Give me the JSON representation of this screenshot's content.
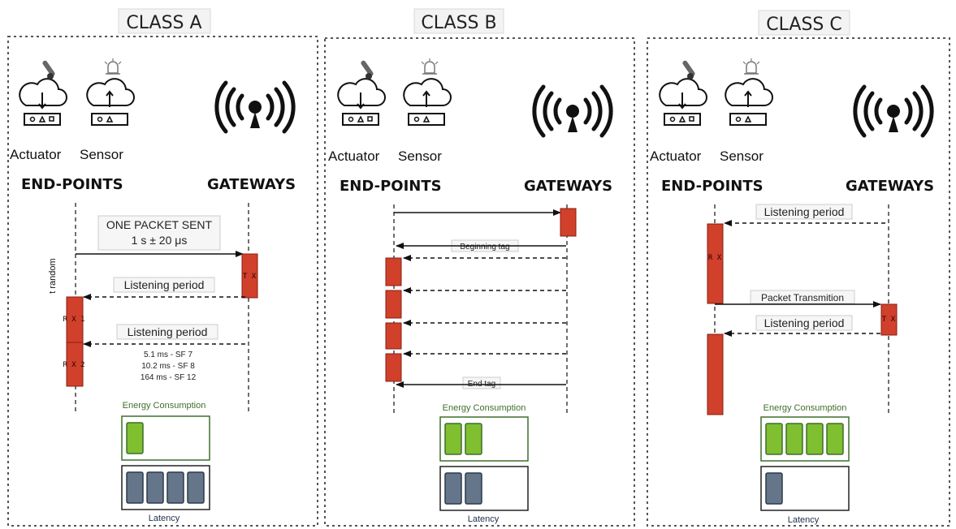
{
  "common": {
    "actuator_label": "Actuator",
    "sensor_label": "Sensor",
    "endpoints_label": "END-POINTS",
    "gateways_label": "GATEWAYS",
    "energy_label": "Energy Consumption",
    "latency_label": "Latency",
    "icons": [
      "thermometer-cloud-icon",
      "siren-cloud-icon",
      "antenna-icon"
    ],
    "colors": {
      "rx_tx_block": "#d0402b",
      "energy_cell": "#7fbf30",
      "latency_cell": "#66768a",
      "energy_border": "#3f6f2c"
    }
  },
  "classes": [
    {
      "title": "CLASS A",
      "one_packet_label": "ONE PACKET SENT",
      "one_packet_timing": "1 s ± 20 μs",
      "t_random_label": "t random",
      "tx_block_text": "T X",
      "listening_1": "Listening period",
      "listening_2": "Listening period",
      "rx_block_1_text": "R X 1",
      "rx_block_2_text": "R X 2",
      "sf_lines": [
        "5.1 ms - SF 7",
        "10.2 ms - SF 8",
        "164 ms - SF 12"
      ],
      "energy_cells": 1,
      "latency_cells": 4
    },
    {
      "title": "CLASS B",
      "beginning_tag": "Beginning tag",
      "end_tag": "End tag",
      "energy_cells": 2,
      "latency_cells": 2
    },
    {
      "title": "CLASS C",
      "listening_1": "Listening period",
      "packet_transmission": "Packet Transmition",
      "listening_2": "Listening period",
      "rx_block_text": "R X",
      "tx_block_text": "T X",
      "energy_cells": 4,
      "latency_cells": 1
    }
  ]
}
